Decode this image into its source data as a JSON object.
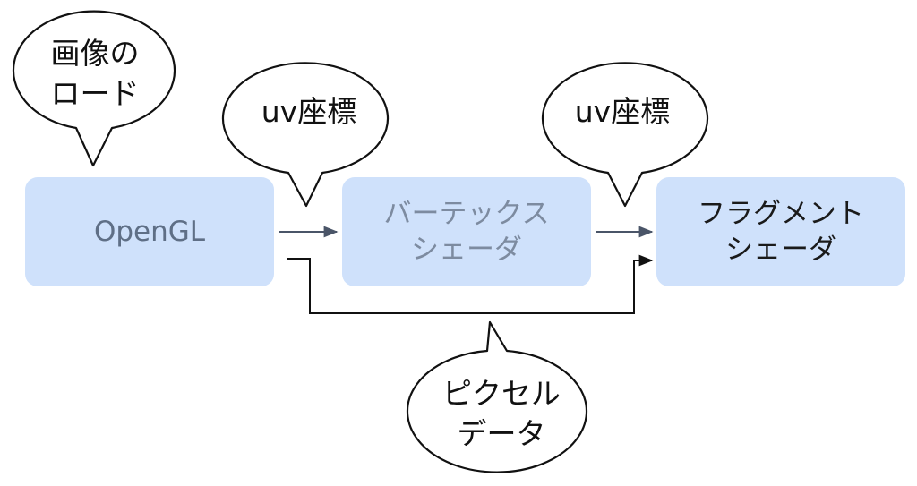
{
  "boxes": {
    "opengl": "OpenGL",
    "vertex_shader": [
      "バーテックス",
      "シェーダ"
    ],
    "fragment_shader": [
      "フラグメント",
      "シェーダ"
    ]
  },
  "callouts": {
    "image_load": [
      "画像の",
      "ロード"
    ],
    "uv_coords_1": "uv座標",
    "uv_coords_2": "uv座標",
    "pixel_data": [
      "ピクセル",
      "データ"
    ]
  }
}
